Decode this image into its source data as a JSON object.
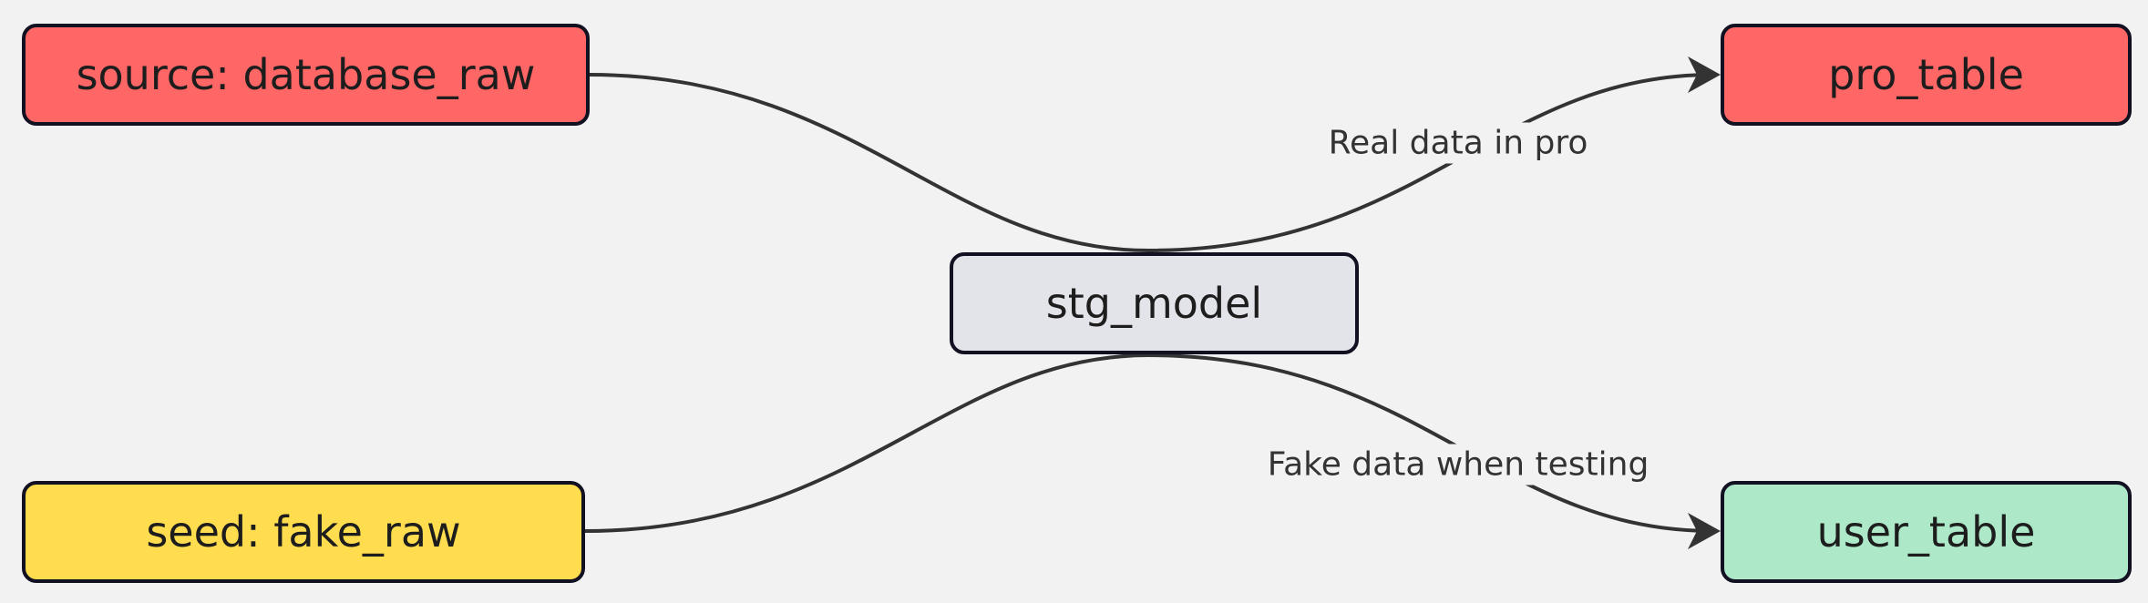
{
  "colors": {
    "background": "#f2f2f2",
    "source_fill": "#ff6666",
    "seed_fill": "#ffdd4f",
    "stg_fill": "#e3e3ea",
    "pro_fill": "#ff6666",
    "user_fill": "#ade9c8",
    "edge": "#333333",
    "node_border": "#111122"
  },
  "nodes": {
    "source": {
      "label": "source: database_raw"
    },
    "seed": {
      "label": "seed: fake_raw"
    },
    "stg": {
      "label": "stg_model"
    },
    "pro": {
      "label": "pro_table"
    },
    "user": {
      "label": "user_table"
    }
  },
  "edges": [
    {
      "from": "source",
      "to": "stg",
      "label": ""
    },
    {
      "from": "seed",
      "to": "stg",
      "label": ""
    },
    {
      "from": "stg",
      "to": "pro",
      "label": "Real data in pro"
    },
    {
      "from": "stg",
      "to": "user",
      "label": "Fake data when testing"
    }
  ]
}
